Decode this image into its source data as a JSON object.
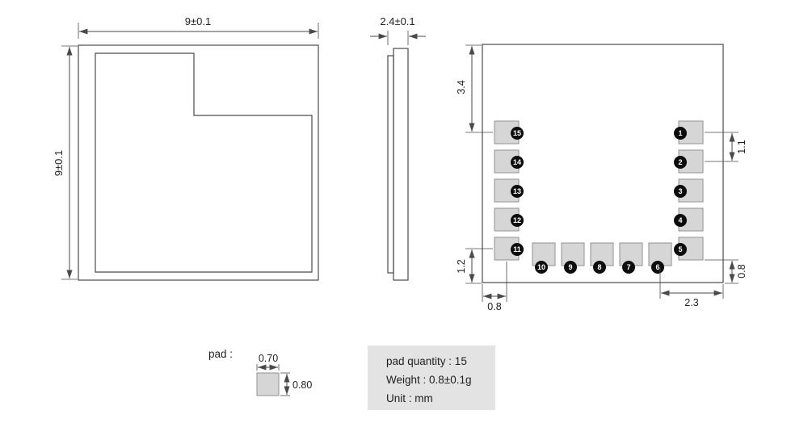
{
  "colors": {
    "background": "#ffffff",
    "outline": "#4a4a4a",
    "dimension_lines": "#4a4a4a",
    "pad_fill": "#d6d6d6",
    "pad_border": "#909090",
    "pin_circle_fill": "#0d0d0d",
    "pin_circle_text": "#ffffff",
    "info_box_bg": "#e3e3e3",
    "text": "#1f1f1f"
  },
  "top_view": {
    "width_dim": "9±0.1",
    "height_dim": "9±0.1"
  },
  "side_view": {
    "thickness_dim": "2.4±0.1"
  },
  "bottom_view": {
    "dim_top_to_pad15": "3.4",
    "dim_pad_pitch": "1.1",
    "dim_pad11_to_bottom": "1.2",
    "dim_left_edge_to_pad": "0.8",
    "dim_pad5_to_bottom": "0.8",
    "dim_pad6_to_right_edge": "2.3",
    "pads_left": [
      "15",
      "14",
      "13",
      "12",
      "11"
    ],
    "pads_right": [
      "1",
      "2",
      "3",
      "4",
      "5"
    ],
    "pads_bottom": [
      "10",
      "9",
      "8",
      "7",
      "6"
    ]
  },
  "pad_detail": {
    "label": "pad :",
    "width_dim": "0.70",
    "height_dim": "0.80"
  },
  "info_box": {
    "pad_quantity": "pad quantity : 15",
    "weight": "Weight : 0.8±0.1g",
    "unit": "Unit : mm"
  }
}
